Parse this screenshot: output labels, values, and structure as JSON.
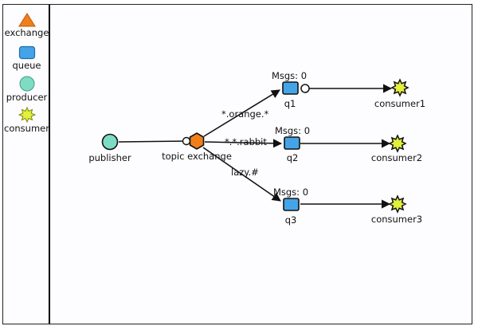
{
  "palette": {
    "items": [
      {
        "label": "exchange",
        "icon": "triangle-icon",
        "color": "#f07f1a"
      },
      {
        "label": "queue",
        "icon": "rounded-rect-icon",
        "color": "#45a4e8"
      },
      {
        "label": "producer",
        "icon": "circle-icon",
        "color": "#7fdcc4"
      },
      {
        "label": "consumer",
        "icon": "star-burst-icon",
        "color": "#e2f03c"
      }
    ]
  },
  "diagram": {
    "publisher": {
      "label": "publisher"
    },
    "exchange": {
      "label": "topic exchange"
    },
    "bindings": [
      {
        "key": "*.orange.*"
      },
      {
        "key": "*.*.rabbit"
      },
      {
        "key": "lazy.#"
      }
    ],
    "queues": [
      {
        "name": "q1",
        "msgs": "Msgs: 0"
      },
      {
        "name": "q2",
        "msgs": "Msgs: 0"
      },
      {
        "name": "q3",
        "msgs": "Msgs: 0"
      }
    ],
    "consumers": [
      {
        "label": "consumer1"
      },
      {
        "label": "consumer2"
      },
      {
        "label": "consumer3"
      }
    ]
  },
  "colors": {
    "exchange": "#f07f1a",
    "queue": "#45a4e8",
    "producer": "#7fdcc4",
    "consumer": "#e2f03c",
    "stroke": "#111111"
  }
}
